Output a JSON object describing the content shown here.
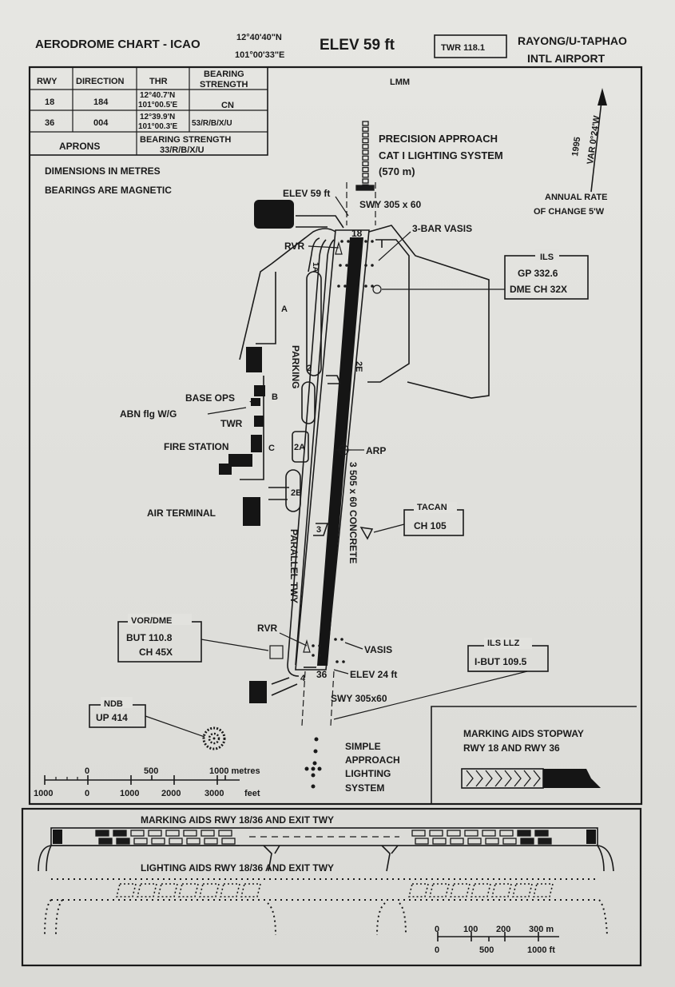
{
  "header": {
    "title": "AERODROME CHART - ICAO",
    "lat": "12°40'40\"N",
    "lon": "101°00'33\"E",
    "elev": "ELEV 59 ft",
    "twr": "TWR 118.1",
    "airport_line1": "RAYONG/U-TAPHAO",
    "airport_line2": "INTL AIRPORT"
  },
  "runway_table": {
    "headers": [
      "RWY",
      "DIRECTION",
      "THR",
      "BEARING",
      "STRENGTH"
    ],
    "rows": [
      {
        "rwy": "18",
        "direction": "184",
        "thr_lat": "12°40.7'N",
        "thr_lon": "101°00.5'E",
        "strength": "CN"
      },
      {
        "rwy": "36",
        "direction": "004",
        "thr_lat": "12°39.9'N",
        "thr_lon": "101°00.3'E",
        "strength": "53/R/B/X/U"
      }
    ],
    "aprons_label": "APRONS",
    "aprons_strength_label": "BEARING STRENGTH",
    "aprons_strength": "33/R/B/X/U"
  },
  "notes": {
    "dimensions": "DIMENSIONS IN METRES",
    "bearings": "BEARINGS ARE MAGNETIC"
  },
  "variation": {
    "var": "VAR 0°24'W",
    "year": "1995",
    "annual1": "ANNUAL RATE",
    "annual2": "OF CHANGE 5'W"
  },
  "labels": {
    "lmm": "LMM",
    "precision1": "PRECISION APPROACH",
    "precision2": "CAT I LIGHTING SYSTEM",
    "precision3": "(570 m)",
    "elev_north": "ELEV 59 ft",
    "swy_north": "SWY 305 x 60",
    "rwy_18": "18",
    "rwy_36": "36",
    "three_bar_vasis": "3-BAR VASIS",
    "rvr": "RVR",
    "twy_1a": "1A",
    "twy_a": "A",
    "twy_b": "B",
    "twy_c": "C",
    "twy_1": "1",
    "twy_2": "2",
    "twy_2a": "2A",
    "twy_2b": "2B",
    "twy_2e": "2E",
    "twy_3": "3",
    "twy_4": "4",
    "parking": "PARKING",
    "base_ops": "BASE OPS",
    "abn": "ABN flg W/G",
    "twr": "TWR",
    "fire_station": "FIRE STATION",
    "air_terminal": "AIR TERMINAL",
    "arp": "ARP",
    "runway_dims": "3 505 x 60 CONCRETE",
    "parallel_twy": "PARALLEL TWY",
    "vasis": "VASIS",
    "elev_south": "ELEV 24 ft",
    "swy_south": "SWY 305x60",
    "simple1": "SIMPLE",
    "simple2": "APPROACH",
    "simple3": "LIGHTING",
    "simple4": "SYSTEM"
  },
  "navaids": {
    "ils_title": "ILS",
    "ils_gp": "GP 332.6",
    "ils_dme": "DME CH 32X",
    "tacan_title": "TACAN",
    "tacan_ch": "CH 105",
    "vor_title": "VOR/DME",
    "vor_freq": "BUT 110.8",
    "vor_ch": "CH 45X",
    "llz_title": "ILS LLZ",
    "llz_freq": "I-BUT 109.5",
    "ndb_title": "NDB",
    "ndb_freq": "UP 414"
  },
  "scale": {
    "m0": "0",
    "m500": "500",
    "m1000": "1000 metres",
    "f1000l": "1000",
    "f0": "0",
    "f1000": "1000",
    "f2000": "2000",
    "f3000": "3000",
    "feet": "feet"
  },
  "stopway_legend": {
    "line1": "MARKING AIDS STOPWAY",
    "line2": "RWY 18 AND RWY 36"
  },
  "bottom": {
    "marking_title": "MARKING AIDS RWY 18/36 AND EXIT TWY",
    "lighting_title": "LIGHTING AIDS RWY 18/36 AND EXIT TWY",
    "s0": "0",
    "s100": "100",
    "s200": "200",
    "s300": "300 m",
    "f0": "0",
    "f500": "500",
    "f1000": "1000 ft"
  }
}
